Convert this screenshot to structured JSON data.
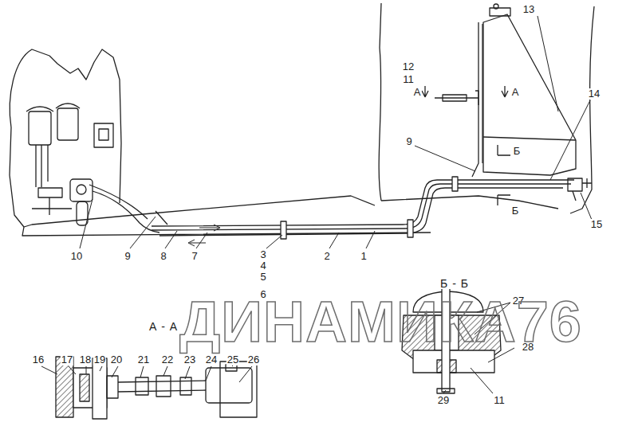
{
  "diagram": {
    "labels": [
      "13",
      "12",
      "11",
      "А",
      "А",
      "14",
      "9",
      "Б",
      "Б",
      "15",
      "10",
      "9",
      "8",
      "7",
      "3",
      "4",
      "5",
      "6",
      "2",
      "1",
      "Б - Б",
      "27",
      "28",
      "29",
      "11",
      "А - А",
      "16",
      "17",
      "18",
      "19",
      "20",
      "21",
      "22",
      "23",
      "24",
      "25",
      "26",
      "ДИНАМИКА76"
    ]
  }
}
